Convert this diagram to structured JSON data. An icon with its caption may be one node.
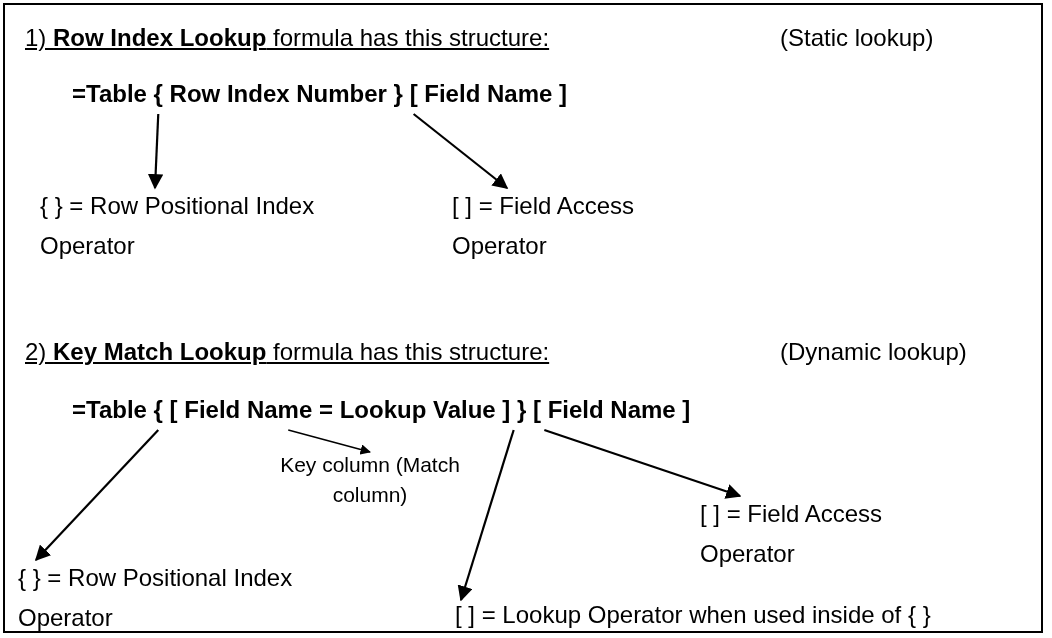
{
  "diagram": {
    "nodes": [
      {
        "text": [
          "=Table { Row Index Number } [ Field Name ]"
        ]
      },
      {
        "text": [
          "{ } = Row Positional Index Operator"
        ]
      },
      {
        "text": [
          "[ ] = Field Access Operator"
        ]
      },
      {
        "text": [
          "=Table { [ Field Name = Lookup Value ] } [ Field Name ]"
        ]
      },
      {
        "text": [
          "Key column (Match column)"
        ]
      },
      {
        "text": [
          "[ ] = Field Access Operator"
        ]
      },
      {
        "text": [
          "{ } = Row Positional Index Operator"
        ]
      },
      {
        "text": [
          "[ ] = Lookup Operator when used inside of { }"
        ]
      }
    ],
    "edges": [
      {
        "from": 0,
        "to": 1,
        "arrow": "to"
      },
      {
        "from": 0,
        "to": 2,
        "arrow": "to"
      },
      {
        "from": 3,
        "to": 6,
        "arrow": "to"
      },
      {
        "from": 3,
        "to": 4,
        "arrow": "to"
      },
      {
        "from": 3,
        "to": 7,
        "arrow": "to"
      },
      {
        "from": 3,
        "to": 5,
        "arrow": "to"
      }
    ],
    "labels": [
      "1) **Row Index Lookup** formula has this structure:",
      "(Static lookup)",
      "2) **Key Match Lookup** formula has this structure:",
      "(Dynamic lookup)"
    ]
  }
}
